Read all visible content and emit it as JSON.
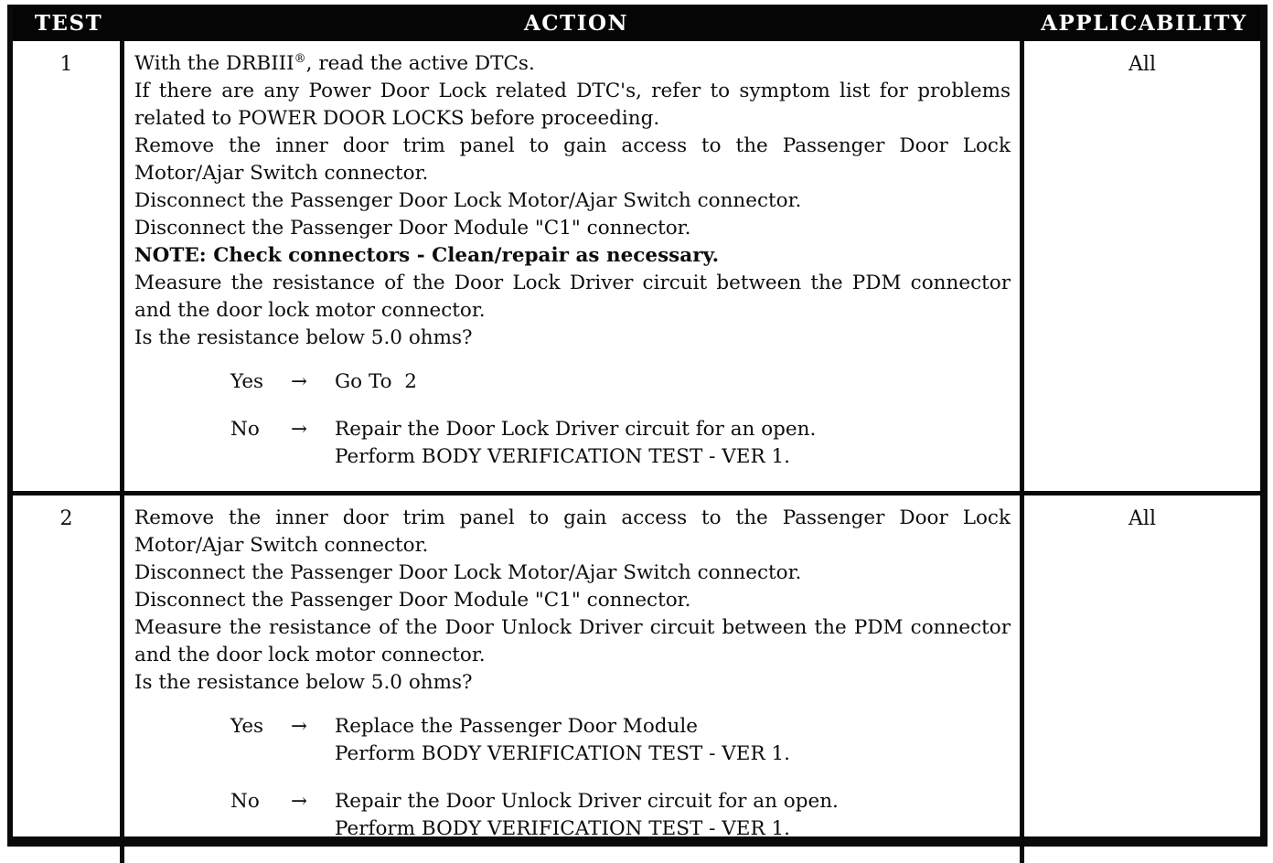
{
  "colors": {
    "ink": "#0d0d0d",
    "paper": "#ffffff",
    "header_bg": "#050505",
    "header_text": "#ffffff"
  },
  "table": {
    "columns": [
      "TEST",
      "ACTION",
      "APPLICABILITY"
    ],
    "rows": [
      {
        "test": "1",
        "applicability": "All",
        "steps": [
          {
            "text": "With the DRBIII®, read the active DTCs.",
            "bold": false
          },
          {
            "text": "If there are any Power Door Lock related DTC's, refer to symptom list for problems related to POWER DOOR LOCKS before proceeding.",
            "bold": false
          },
          {
            "text": "Remove the inner door trim panel to gain access to the Passenger Door Lock Motor/Ajar Switch connector.",
            "bold": false
          },
          {
            "text": "Disconnect the Passenger Door Lock Motor/Ajar Switch connector.",
            "bold": false
          },
          {
            "text": "Disconnect the Passenger Door Module \"C1\" connector.",
            "bold": false
          },
          {
            "text": "NOTE: Check connectors - Clean/repair as necessary.",
            "bold": true
          },
          {
            "text": "Measure the resistance of the Door Lock Driver circuit between the PDM connector and the door lock motor connector.",
            "bold": false
          },
          {
            "text": "Is the resistance below 5.0 ohms?",
            "bold": false
          }
        ],
        "decisions": [
          {
            "answer": "Yes",
            "arrow": "→",
            "lines": [
              "Go To  2"
            ]
          },
          {
            "answer": "No",
            "arrow": "→",
            "lines": [
              "Repair the Door Lock Driver circuit for an open.",
              "Perform BODY VERIFICATION TEST - VER 1."
            ]
          }
        ]
      },
      {
        "test": "2",
        "applicability": "All",
        "steps": [
          {
            "text": "Remove the inner door trim panel to gain access to the Passenger Door Lock Motor/Ajar Switch connector.",
            "bold": false
          },
          {
            "text": "Disconnect the Passenger Door Lock Motor/Ajar Switch connector.",
            "bold": false
          },
          {
            "text": "Disconnect the Passenger Door Module \"C1\" connector.",
            "bold": false
          },
          {
            "text": "Measure the resistance of the Door Unlock Driver circuit between the PDM connector and the door lock motor connector.",
            "bold": false
          },
          {
            "text": "Is the resistance below 5.0 ohms?",
            "bold": false
          }
        ],
        "decisions": [
          {
            "answer": "Yes",
            "arrow": "→",
            "lines": [
              "Replace the Passenger Door Module",
              "Perform BODY VERIFICATION TEST - VER 1."
            ]
          },
          {
            "answer": "No",
            "arrow": "→",
            "lines": [
              "Repair the Door Unlock Driver circuit for an open.",
              "Perform BODY VERIFICATION TEST - VER 1."
            ]
          }
        ]
      }
    ]
  }
}
